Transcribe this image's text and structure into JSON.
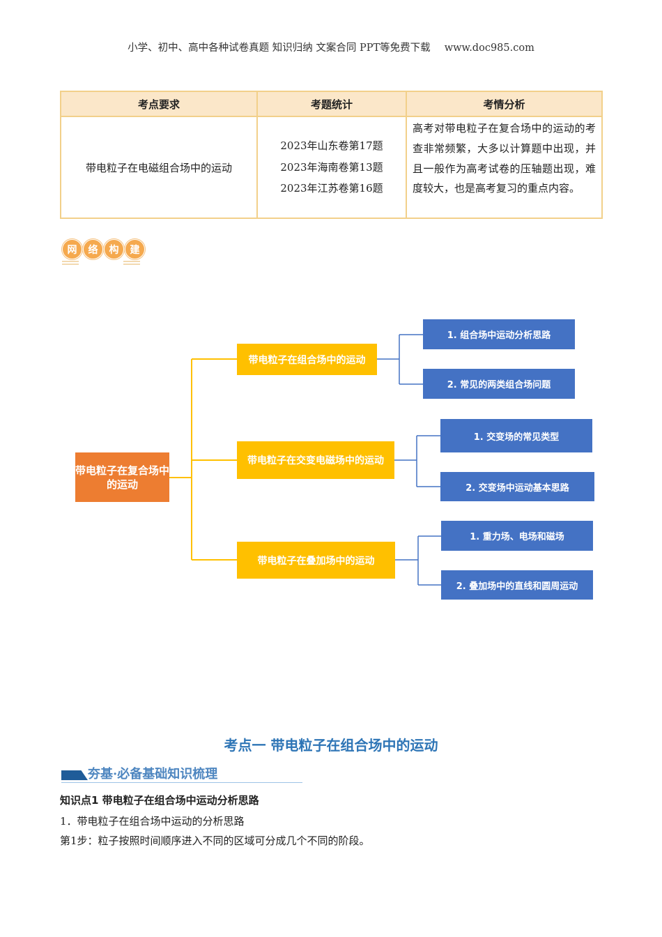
{
  "header": {
    "left": "小学、初中、高中各种试卷真题 知识归纳 文案合同 PPT等免费下载",
    "right": "www.doc985.com"
  },
  "table": {
    "headers": [
      "考点要求",
      "考题统计",
      "考情分析"
    ],
    "row": {
      "requirement": "带电粒子在电磁组合场中的运动",
      "stats": [
        "2023年山东卷第17题",
        "2023年海南卷第13题",
        "2023年江苏卷第16题"
      ],
      "analysis": "高考对带电粒子在复合场中的运动的考查非常频繁，大多以计算题中出现，并且一般作为高考试卷的压轴题出现，难度较大，也是高考复习的重点内容。"
    }
  },
  "badge": [
    "网",
    "络",
    "构",
    "建"
  ],
  "mindmap": {
    "root": "带电粒子在复合场中的运动",
    "branches": [
      {
        "label": "带电粒子在组合场中的运动",
        "leaves": [
          "1. 组合场中运动分析思路",
          "2. 常见的两类组合场问题"
        ]
      },
      {
        "label": "带电粒子在交变电磁场中的运动",
        "leaves": [
          "1. 交变场的常见类型",
          "2. 交变场中运动基本思路"
        ]
      },
      {
        "label": "带电粒子在叠加场中的运动",
        "leaves": [
          "1. 重力场、电场和磁场",
          "2. 叠加场中的直线和圆周运动"
        ]
      }
    ]
  },
  "section_title": "考点一  带电粒子在组合场中的运动",
  "banner": "夯基·必备基础知识梳理",
  "knowledge_point": "知识点1 带电粒子在组合场中运动分析思路",
  "paragraphs": [
    "1．带电粒子在组合场中运动的分析思路",
    "第1步：粒子按照时间顺序进入不同的区域可分成几个不同的阶段。"
  ],
  "colors": {
    "root": "#ED7D31",
    "branch": "#FFC000",
    "leaf": "#4472C4",
    "heading": "#2E75B6"
  }
}
